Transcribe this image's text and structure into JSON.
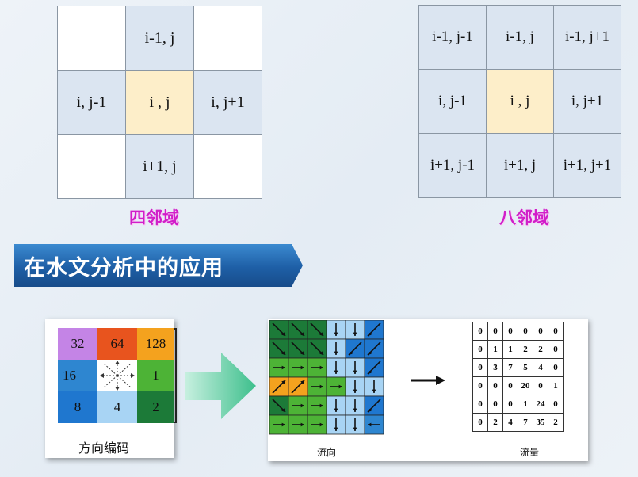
{
  "four_neighborhood": {
    "caption": "四邻域",
    "top": "i-1, j",
    "left": "i, j-1",
    "center": "i , j",
    "right": "i, j+1",
    "bottom": "i+1, j"
  },
  "eight_neighborhood": {
    "caption": "八邻域",
    "rows": [
      [
        "i-1, j-1",
        "i-1, j",
        "i-1, j+1"
      ],
      [
        "i, j-1",
        "i , j",
        "i, j+1"
      ],
      [
        "i+1, j-1",
        "i+1, j",
        "i+1, j+1"
      ]
    ]
  },
  "banner": {
    "title": "在水文分析中的应用"
  },
  "direction_code": {
    "label": "方向编码",
    "values": {
      "nw": "32",
      "n": "64",
      "ne": "128",
      "w": "16",
      "e": "1",
      "sw": "8",
      "s": "4",
      "se": "2"
    },
    "colors": {
      "nw": "#c484e6",
      "n": "#e8541e",
      "ne": "#f4a21e",
      "w": "#2e86d0",
      "e": "#4db336",
      "sw": "#1f77cf",
      "s": "#a8d4f4",
      "se": "#1c7a38"
    }
  },
  "flow_direction": {
    "label": "流向",
    "grid": [
      [
        "se",
        "se",
        "se",
        "s",
        "s",
        "sw"
      ],
      [
        "se",
        "se",
        "se",
        "s",
        "sw",
        "sw"
      ],
      [
        "e",
        "e",
        "e",
        "s",
        "s",
        "sw"
      ],
      [
        "ne",
        "ne",
        "e",
        "e",
        "s",
        "s"
      ],
      [
        "se",
        "e",
        "e",
        "s",
        "s",
        "sw"
      ],
      [
        "e",
        "e",
        "e",
        "s",
        "s",
        "w"
      ]
    ],
    "colors": {
      "se": "#1c7a38",
      "s": "#a8d4f4",
      "sw": "#1f77cf",
      "e": "#4db336",
      "ne": "#f4a21e",
      "w": "#2e86d0"
    }
  },
  "flow_accumulation": {
    "label": "流量",
    "grid": [
      [
        "0",
        "0",
        "0",
        "0",
        "0",
        "0"
      ],
      [
        "0",
        "1",
        "1",
        "2",
        "2",
        "0"
      ],
      [
        "0",
        "3",
        "7",
        "5",
        "4",
        "0"
      ],
      [
        "0",
        "0",
        "0",
        "20",
        "0",
        "1"
      ],
      [
        "0",
        "0",
        "0",
        "1",
        "24",
        "0"
      ],
      [
        "0",
        "2",
        "4",
        "7",
        "35",
        "2"
      ]
    ]
  }
}
